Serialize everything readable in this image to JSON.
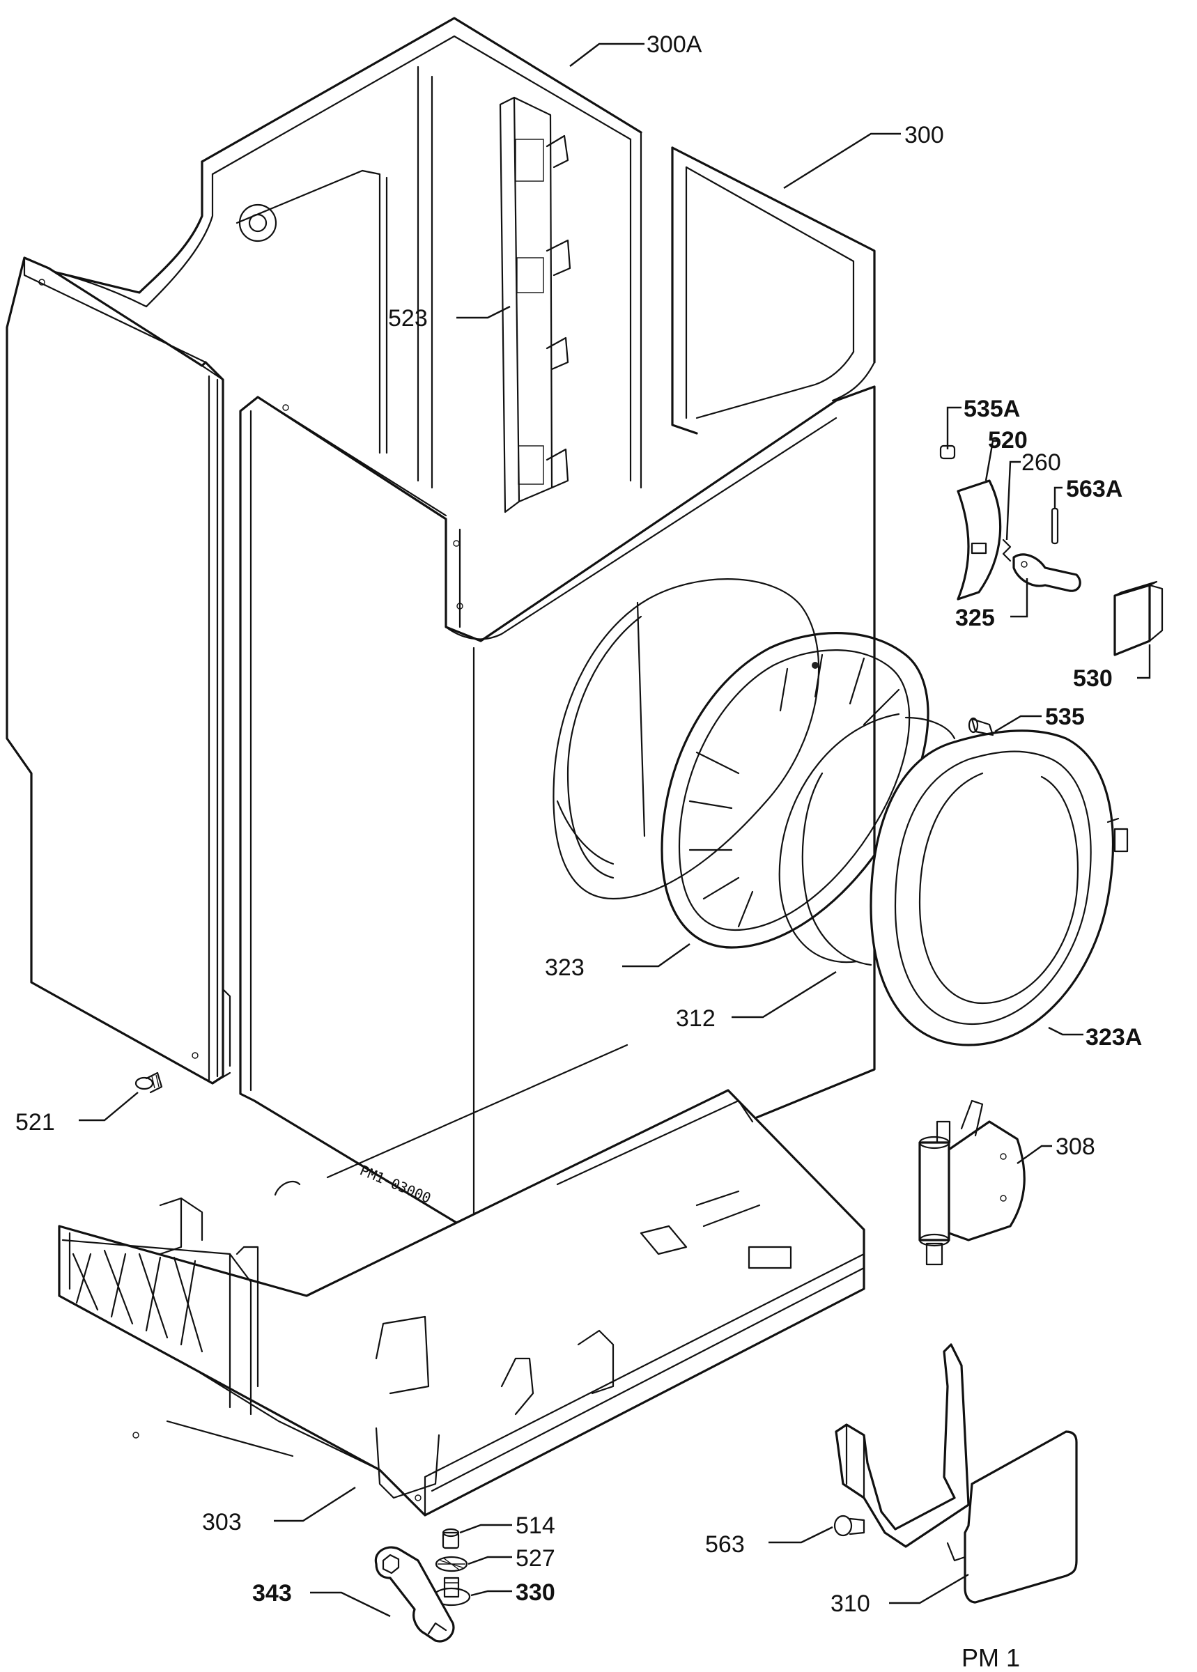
{
  "labels": {
    "p300A": "300A",
    "p300": "300",
    "p523": "523",
    "p535A": "535A",
    "p520": "520",
    "p260": "260",
    "p563A": "563A",
    "p325": "325",
    "p530": "530",
    "p535": "535",
    "p323": "323",
    "p312": "312",
    "p323A": "323A",
    "p521": "521",
    "p308": "308",
    "p303": "303",
    "p514": "514",
    "p527": "527",
    "p343": "343",
    "p330": "330",
    "p563": "563",
    "p310": "310"
  },
  "drawing_code": "PM1-03000",
  "footer_code": "PM 1"
}
